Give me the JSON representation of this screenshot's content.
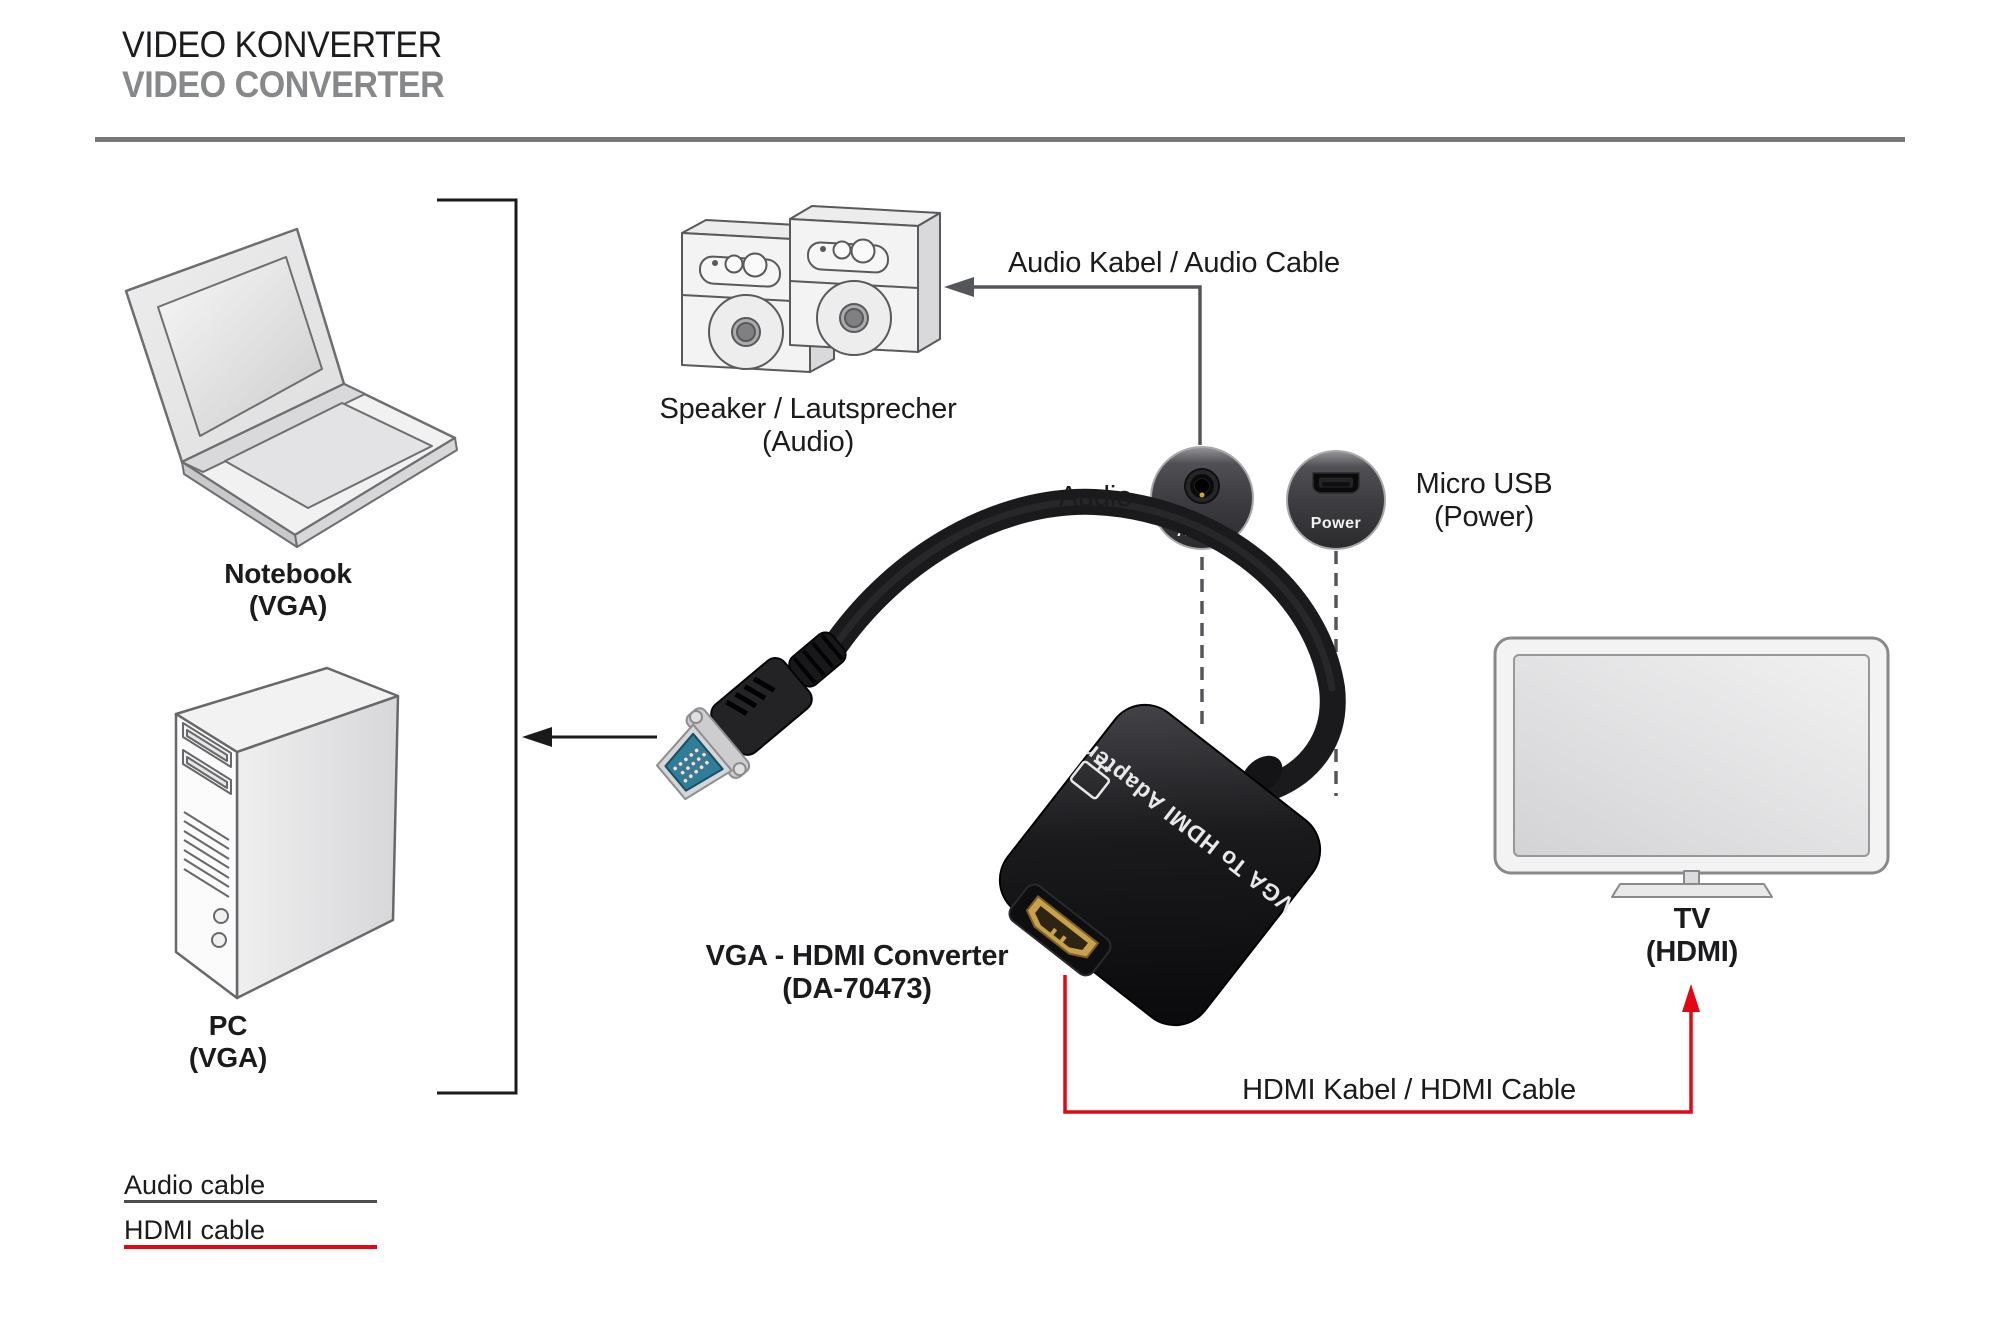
{
  "header": {
    "title_line1": "VIDEO KONVERTER",
    "title_line2": "VIDEO CONVERTER"
  },
  "devices": {
    "notebook": {
      "name": "Notebook",
      "port": "(VGA)"
    },
    "pc": {
      "name": "PC",
      "port": "(VGA)"
    },
    "speakers": {
      "name": "Speaker / Lautsprecher",
      "port": "(Audio)"
    },
    "tv": {
      "name": "TV",
      "port": "(HDMI)"
    },
    "converter": {
      "name": "VGA - HDMI Converter",
      "model": "(DA-70473)",
      "body_label": "VGA To HDMI Adapter"
    }
  },
  "ports": {
    "audio": {
      "callout": "Audio",
      "engraving": "Audio"
    },
    "micro_usb": {
      "callout_line1": "Micro USB",
      "callout_line2": "(Power)",
      "engraving": "Power"
    }
  },
  "cables": {
    "audio": {
      "label": "Audio Kabel / Audio Cable"
    },
    "hdmi": {
      "label": "HDMI Kabel / HDMI Cable"
    }
  },
  "legend": {
    "audio_label": "Audio cable",
    "hdmi_label": "HDMI cable"
  },
  "colors": {
    "audio_line": "#55565a",
    "hdmi_line": "#e30613",
    "bracket": "#1a1a1a",
    "title_secondary": "#87888a"
  }
}
